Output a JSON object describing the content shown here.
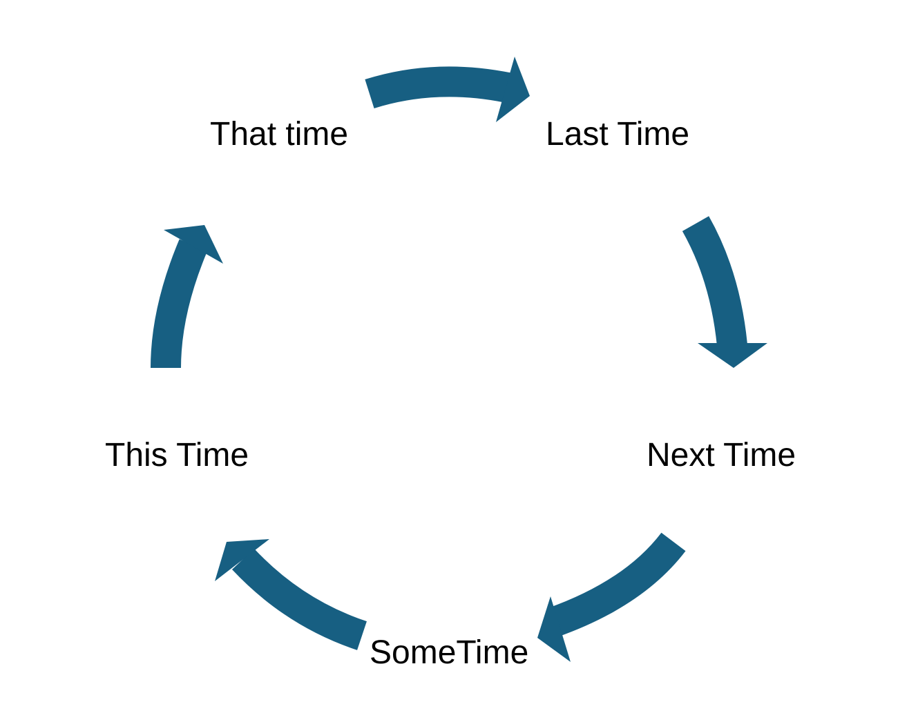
{
  "diagram": {
    "type": "cycle",
    "arrow_color": "#175F82",
    "nodes": [
      {
        "label": "That time"
      },
      {
        "label": "Last Time"
      },
      {
        "label": "Next Time"
      },
      {
        "label": "SomeTime"
      },
      {
        "label": "This Time"
      }
    ],
    "connections": [
      {
        "from": "That time",
        "to": "Last Time"
      },
      {
        "from": "Last Time",
        "to": "Next Time"
      },
      {
        "from": "Next Time",
        "to": "SomeTime"
      },
      {
        "from": "SomeTime",
        "to": "This Time"
      },
      {
        "from": "This Time",
        "to": "That time"
      }
    ]
  }
}
